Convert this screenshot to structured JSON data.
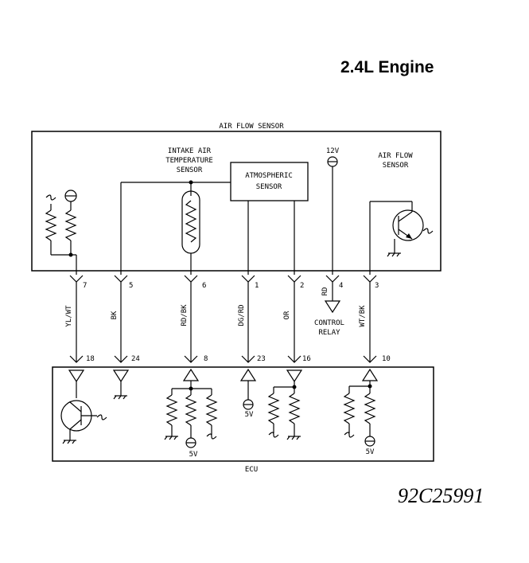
{
  "header": {
    "engine_title": "2.4L Engine"
  },
  "air_flow_sensor": {
    "title": "AIR FLOW SENSOR",
    "iat_label_1": "INTAKE AIR",
    "iat_label_2": "TEMPERATURE",
    "iat_label_3": "SENSOR",
    "atm_label_1": "ATMOSPHERIC",
    "atm_label_2": "SENSOR",
    "supply_12v": "12V",
    "afs_label_1": "AIR FLOW",
    "afs_label_2": "SENSOR"
  },
  "sensor_pins": [
    "7",
    "5",
    "6",
    "1",
    "2",
    "4",
    "3"
  ],
  "wires": [
    "YL/WT",
    "BK",
    "RD/BK",
    "DG/RD",
    "OR",
    "RD",
    "WT/BK"
  ],
  "control_relay": {
    "label_1": "CONTROL",
    "label_2": "RELAY"
  },
  "ecu_pins": [
    "18",
    "24",
    "8",
    "23",
    "16",
    "10"
  ],
  "ecu": {
    "title": "ECU",
    "supply_a": "5V",
    "supply_b": "5V",
    "supply_c": "5V"
  },
  "figure_id": "92C25991"
}
